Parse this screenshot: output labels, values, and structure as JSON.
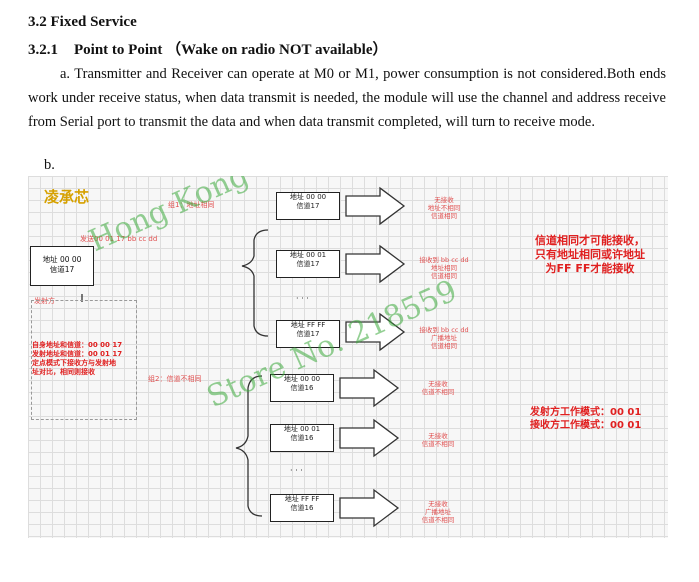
{
  "section": {
    "number_title": "3.2 Fixed Service"
  },
  "subsection": {
    "number": "3.2.1",
    "title": "Point to Point （Wake on radio NOT available）"
  },
  "paragraph_a": {
    "marker": "a.",
    "text": "Transmitter and Receiver can operate at M0 or M1, power consumption is not considered.Both ends work under receive status, when data transmit is needed, the module will use the channel and address receive from Serial port to transmit the data and when data transmit completed, will turn to receive mode."
  },
  "paragraph_b": {
    "marker": "b."
  },
  "diagram": {
    "logo": "凌承芯",
    "group1_label": "组1：地址相同",
    "group2_label": "组2：信道不相同",
    "send_label": "发送00 01 17 bb cc dd",
    "transmitter_label": "发射方",
    "transmitter_box": {
      "line1": "地址 00 00",
      "line2": "信道17"
    },
    "transmitter_notes": [
      "自身地址和信道：00 00 17",
      "发射地址和信道：00 01 17",
      "定点模式下接收方与发射地",
      "址对比，相同则接收"
    ],
    "receivers": [
      {
        "line1": "地址 00 00",
        "line2": "信道17",
        "result": [
          "无接收",
          "地址不相同",
          "信道相同"
        ]
      },
      {
        "line1": "地址 00 01",
        "line2": "信道17",
        "result": [
          "接收到 bb cc dd",
          "地址相同",
          "信道相同"
        ]
      },
      {
        "line1": "地址 FF FF",
        "line2": "信道17",
        "result": [
          "接收到 bb cc dd",
          "广播地址",
          "信道相同"
        ]
      },
      {
        "line1": "地址 00 00",
        "line2": "信道16",
        "result": [
          "无接收",
          "信道不相同"
        ]
      },
      {
        "line1": "地址 00 01",
        "line2": "信道16",
        "result": [
          "无接收",
          "信道不相同"
        ]
      },
      {
        "line1": "地址 FF FF",
        "line2": "信道16",
        "result": [
          "无接收",
          "广播地址",
          "信道不相同"
        ]
      }
    ],
    "ellipsis": "· · ·",
    "side_note": "信道相同才可能接收，只有地址相同或许地址为FF FF才能接收",
    "mode_note": [
      "发射方工作模式：00 01",
      "接收方工作模式：00 01"
    ],
    "watermark": [
      "Hong Kong TS Limited",
      "Store No. 218559"
    ]
  }
}
